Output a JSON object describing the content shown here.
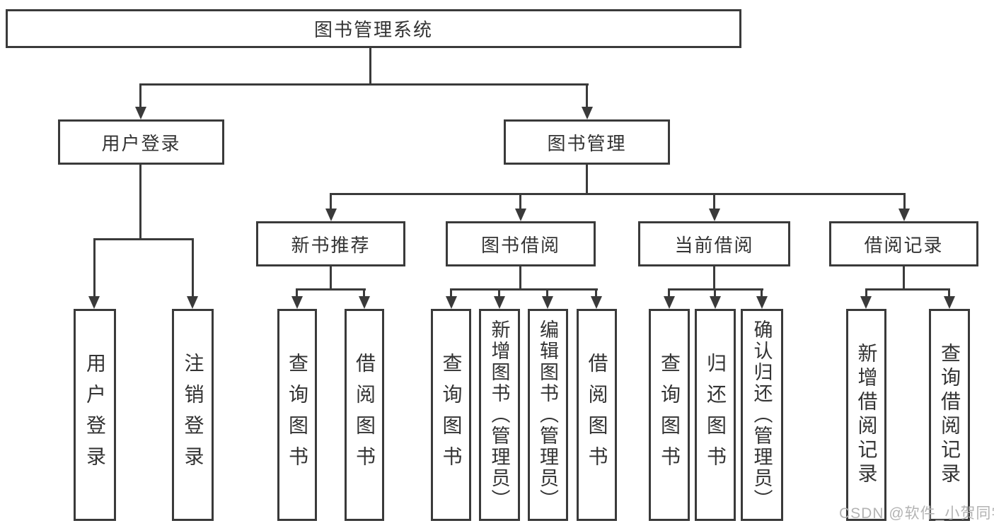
{
  "diagram_title": "图书管理系统",
  "tree": {
    "label": "图书管理系统",
    "children": [
      {
        "label": "用户登录",
        "children": [
          {
            "label": "用户登录"
          },
          {
            "label": "注销登录"
          }
        ]
      },
      {
        "label": "图书管理",
        "children": [
          {
            "label": "新书推荐",
            "children": [
              {
                "label": "查询图书"
              },
              {
                "label": "借阅图书"
              }
            ]
          },
          {
            "label": "图书借阅",
            "children": [
              {
                "label": "查询图书"
              },
              {
                "label": "新增图书（管理员）"
              },
              {
                "label": "编辑图书（管理员）"
              },
              {
                "label": "借阅图书"
              }
            ]
          },
          {
            "label": "当前借阅",
            "children": [
              {
                "label": "查询图书"
              },
              {
                "label": "归还图书"
              },
              {
                "label": "确认归还（管理员）"
              }
            ]
          },
          {
            "label": "借阅记录",
            "children": [
              {
                "label": "新增借阅记录"
              },
              {
                "label": "查询借阅记录"
              }
            ]
          }
        ]
      }
    ]
  },
  "watermark": "CSDN @软件_小贺同学",
  "colors": {
    "line": "#3a3a3a",
    "text": "#333333",
    "watermark": "#b3b3b3",
    "background": "#ffffff"
  }
}
